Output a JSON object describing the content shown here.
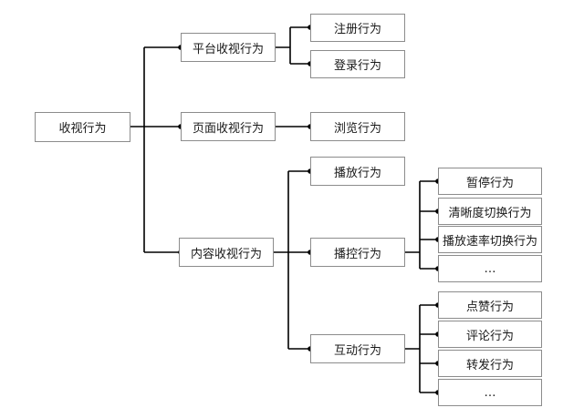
{
  "diagram": {
    "root": "收视行为",
    "level1": [
      "平台收视行为",
      "页面收视行为",
      "内容收视行为"
    ],
    "platform_children": [
      "注册行为",
      "登录行为"
    ],
    "page_children": [
      "浏览行为"
    ],
    "content_children": [
      "播放行为",
      "播控行为",
      "互动行为"
    ],
    "control_children": [
      "暂停行为",
      "清晰度切换行为",
      "播放速率切换行为",
      "…"
    ],
    "interaction_children": [
      "点赞行为",
      "评论行为",
      "转发行为",
      "…"
    ]
  }
}
